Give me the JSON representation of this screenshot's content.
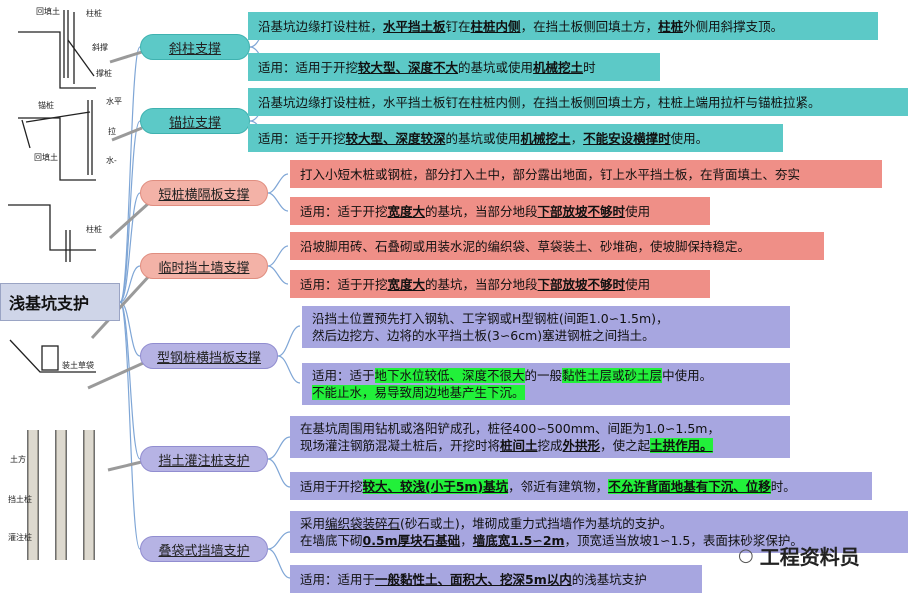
{
  "root": "浅基坑支护",
  "branches": [
    {
      "label": "斜柱支撑",
      "lines": [
        [
          {
            "t": "沿基坑边缘打设柱桩，"
          },
          {
            "t": "水平挡土板",
            "s": "em"
          },
          {
            "t": "钉在"
          },
          {
            "t": "柱桩内侧",
            "s": "em"
          },
          {
            "t": "，在挡土板侧回填土方，"
          },
          {
            "t": "柱桩",
            "s": "em"
          },
          {
            "t": "外侧用斜撑支顶。"
          }
        ],
        [
          {
            "t": "适用：适用于开挖"
          },
          {
            "t": "较大型、深度不大",
            "s": "em"
          },
          {
            "t": "的基坑或使用"
          },
          {
            "t": "机械挖土",
            "s": "em"
          },
          {
            "t": "时"
          }
        ]
      ],
      "sketch_labels": [
        "回填土",
        "柱桩",
        "斜撑",
        "撑桩"
      ]
    },
    {
      "label": "锚拉支撑",
      "lines": [
        [
          {
            "t": "沿基坑边缘打设柱桩，水平挡土板钉在柱桩内侧，在挡土板侧回填土方，柱桩上端用拉杆与锚桩拉紧。"
          }
        ],
        [
          {
            "t": "适用：适于开挖"
          },
          {
            "t": "较大型、深度较深",
            "s": "em"
          },
          {
            "t": "的基坑或使用"
          },
          {
            "t": "机械挖土",
            "s": "em"
          },
          {
            "t": "，"
          },
          {
            "t": "不能安设横撑时",
            "s": "em"
          },
          {
            "t": "使用。"
          }
        ]
      ],
      "sketch_labels": [
        "锚桩",
        "回填土",
        "水平",
        "拉",
        "水-"
      ]
    },
    {
      "label": "短桩横隔板支撑",
      "lines": [
        [
          {
            "t": "打入小短木桩或钢桩，部分打入土中，部分露出地面，钉上水平挡土板，在背面填土、夯实"
          }
        ],
        [
          {
            "t": "适用：适于开挖"
          },
          {
            "t": "宽度大",
            "s": "em"
          },
          {
            "t": "的基坑，当部分地段"
          },
          {
            "t": "下部放坡不够时",
            "s": "em"
          },
          {
            "t": "使用"
          }
        ]
      ],
      "sketch_labels": [
        "柱桩"
      ]
    },
    {
      "label": "临时挡土墙支撑",
      "lines": [
        [
          {
            "t": "沿坡脚用砖、石叠砌或用装水泥的编织袋、草袋装土、砂堆砲，使坡脚保持稳定。"
          }
        ],
        [
          {
            "t": "适用：适于开挖"
          },
          {
            "t": "宽度大",
            "s": "em"
          },
          {
            "t": "的基坑，当部分地段"
          },
          {
            "t": "下部放坡不够时",
            "s": "em"
          },
          {
            "t": "使用"
          }
        ]
      ],
      "sketch_labels": [
        "装土草袋"
      ]
    },
    {
      "label": "型钢桩横挡板支撑",
      "lines": [
        [
          {
            "t": "沿挡土位置预先打入钢轨、工字钢或H型钢桩(间距1.0∽1.5m)，"
          }
        ],
        [
          {
            "t": "然后边挖方、边将的水平挡土板(3∽6cm)塞进钢桩之间挡土。"
          }
        ],
        [
          {
            "t": "适用：适于"
          },
          {
            "t": "地下水位较低、深度不很大",
            "s": "hl"
          },
          {
            "t": "的一般"
          },
          {
            "t": "黏性土层或砂土层",
            "s": "hl"
          },
          {
            "t": "中使用。"
          }
        ],
        [
          {
            "t": "不能止水，易导致周边地基产生下沉。",
            "s": "hl"
          }
        ]
      ]
    },
    {
      "label": "挡土灌注桩支护",
      "lines": [
        [
          {
            "t": "在基坑周围用钻机或洛阳铲成孔，桩径400∽500mm、间距为1.0∽1.5m，"
          }
        ],
        [
          {
            "t": "现场灌注钢筋混凝土桩后，开挖时将"
          },
          {
            "t": "桩间土",
            "s": "em"
          },
          {
            "t": "挖成"
          },
          {
            "t": "外拱形",
            "s": "em"
          },
          {
            "t": "，使之起"
          },
          {
            "t": "土拱作用。",
            "s": "emhl"
          }
        ],
        [
          {
            "t": "适用于开挖"
          },
          {
            "t": "较大、较浅(小于5m)基坑",
            "s": "emhl"
          },
          {
            "t": "，邻近有建筑物，"
          },
          {
            "t": "不允许背面地基有下沉、位移",
            "s": "emhl"
          },
          {
            "t": "时。"
          }
        ]
      ],
      "sketch_labels": [
        "土方",
        "挡土桩",
        "灌注桩"
      ]
    },
    {
      "label": "叠袋式挡墙支护",
      "lines": [
        [
          {
            "t": "采用"
          },
          {
            "t": "编织袋装碎石",
            "s": "u"
          },
          {
            "t": "(砂石或土)，堆砌成重力式挡墙作为基坑的支护。"
          }
        ],
        [
          {
            "t": "在墙底下砌"
          },
          {
            "t": "0.5m厚块石基础",
            "s": "em"
          },
          {
            "t": "，"
          },
          {
            "t": "墙底宽1.5∽2m",
            "s": "em"
          },
          {
            "t": "，顶宽适当放坡1∽1.5，表面抹砂浆保护。"
          }
        ],
        [
          {
            "t": "适用：适用于"
          },
          {
            "t": "一般黏性土、面积大、挖深5m以内",
            "s": "em"
          },
          {
            "t": "的浅基坑支护"
          }
        ]
      ]
    }
  ],
  "watermark": "工程资料员",
  "colors": {
    "teal": "#5cc9c7",
    "salmon": "#ef8f87",
    "lavender": "#a7a6e0",
    "highlight": "#22f03a"
  }
}
